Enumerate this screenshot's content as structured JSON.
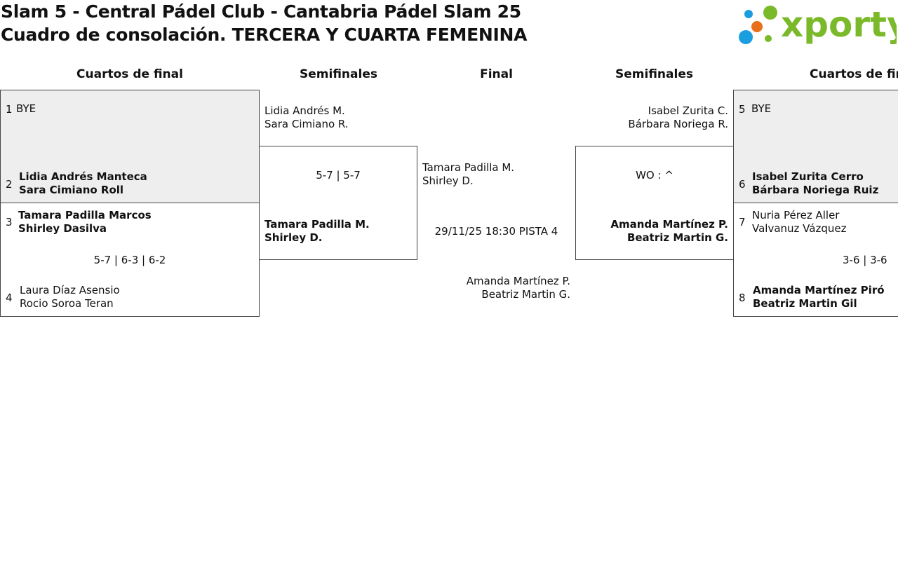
{
  "header": {
    "title_line1": "Slam 5 - Central Pádel Club - Cantabria Pádel Slam 25",
    "title_line2": "Cuadro de consolación. TERCERA Y CUARTA FEMENINA",
    "logo_text": "xporty",
    "logo_colors": {
      "green": "#7ab929",
      "blue": "#1a9ee0",
      "orange": "#e8701a"
    }
  },
  "rounds": {
    "qf_left": "Cuartos de final",
    "sf_left": "Semifinales",
    "final": "Final",
    "sf_right": "Semifinales",
    "qf_right": "Cuartos de final"
  },
  "left_qf": {
    "match1": {
      "seed1": "1",
      "team1": "BYE",
      "seed2": "2",
      "team2_p1": "Lidia Andrés Manteca",
      "team2_p2": "Sara Cimiano Roll"
    },
    "match2": {
      "seed1": "3",
      "team1_p1": "Tamara Padilla Marcos",
      "team1_p2": "Shirley Dasilva",
      "score": "5-7 | 6-3 | 6-2",
      "seed2": "4",
      "team2_p1": "Laura Díaz Asensio",
      "team2_p2": "Rocio Soroa Teran"
    }
  },
  "left_sf": {
    "top_p1": "Lidia Andrés M.",
    "top_p2": "Sara Cimiano R.",
    "score": "5-7 | 5-7",
    "bottom_p1": "Tamara Padilla M.",
    "bottom_p2": "Shirley D."
  },
  "final": {
    "top_p1": "Tamara Padilla M.",
    "top_p2": "Shirley D.",
    "schedule": "29/11/25 18:30 PISTA 4",
    "bottom_p1": "Amanda Martínez P.",
    "bottom_p2": "Beatriz Martin G."
  },
  "right_sf": {
    "top_p1": "Isabel Zurita C.",
    "top_p2": "Bárbara Noriega R.",
    "score": "WO : ^",
    "bottom_p1": "Amanda Martínez P.",
    "bottom_p2": "Beatriz Martin G."
  },
  "right_qf": {
    "match1": {
      "seed1": "5",
      "team1": "BYE",
      "seed2": "6",
      "team2_p1": "Isabel Zurita Cerro",
      "team2_p2": "Bárbara Noriega Ruiz"
    },
    "match2": {
      "seed1": "7",
      "team1_p1": "Nuria Pérez Aller",
      "team1_p2": "Valvanuz Vázquez",
      "score": "3-6 | 3-6",
      "seed2": "8",
      "team2_p1": "Amanda Martínez Piró",
      "team2_p2": "Beatriz Martin Gil"
    }
  }
}
